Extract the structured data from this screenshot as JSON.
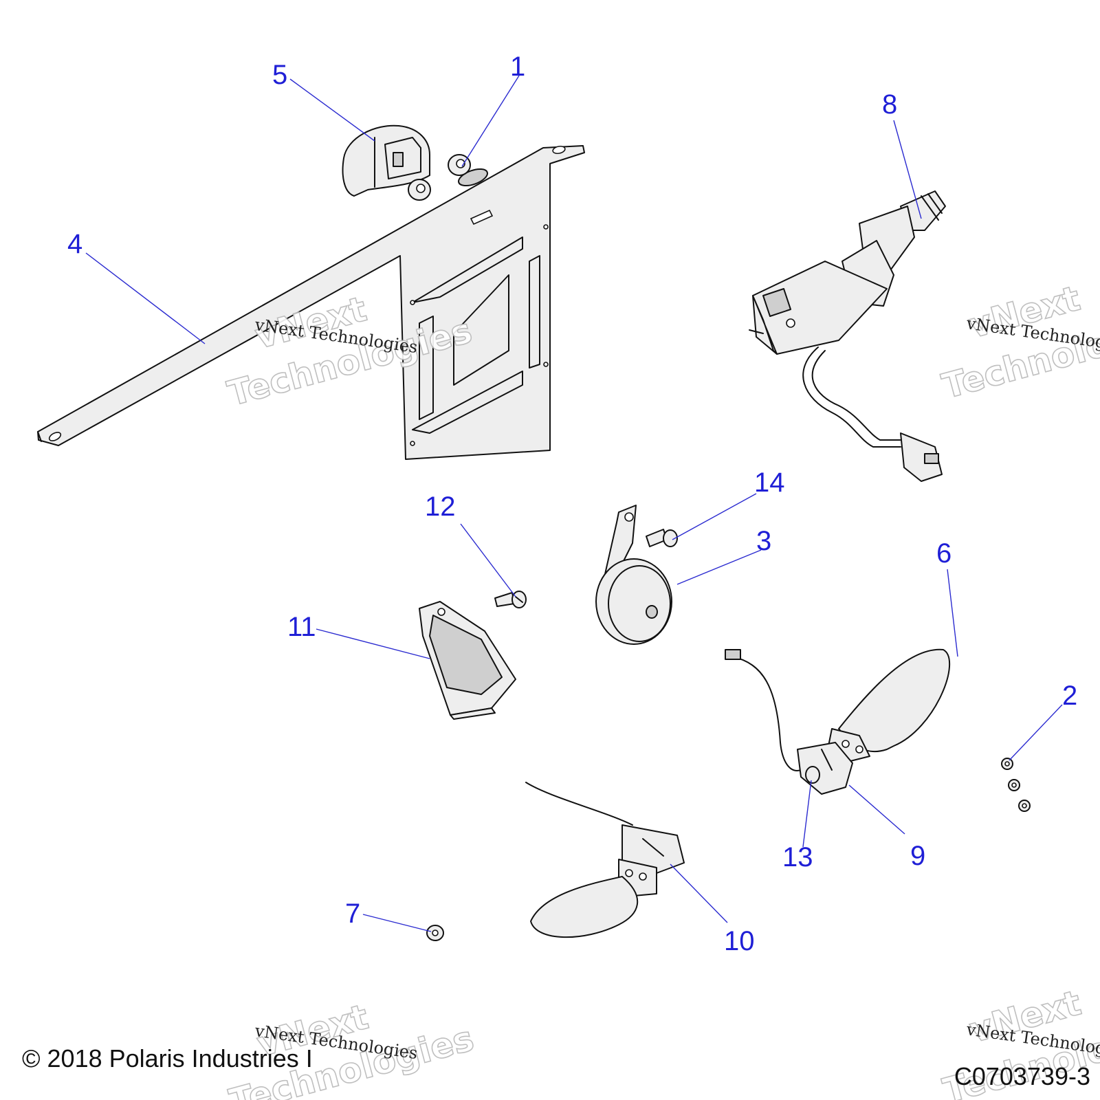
{
  "diagram": {
    "callouts": [
      "1",
      "2",
      "3",
      "4",
      "5",
      "6",
      "7",
      "8",
      "9",
      "10",
      "11",
      "12",
      "13",
      "14"
    ],
    "watermark": {
      "big_line1": "vNext",
      "big_line2": "Technologies",
      "small": "vNext Technologies"
    },
    "copyright": "© 2018 Polaris Industries I",
    "figure_id": "C0703739-3"
  },
  "colors": {
    "callout": "#1f1fd6",
    "line": "#111111",
    "part_fill": "#eeeeee"
  }
}
